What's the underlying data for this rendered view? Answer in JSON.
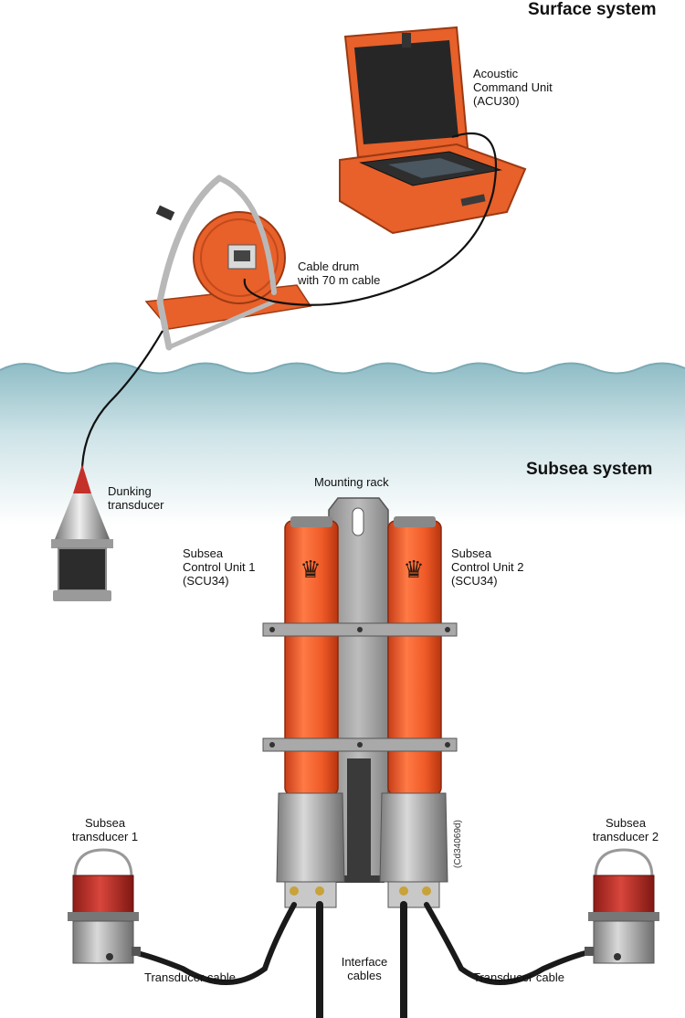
{
  "headers": {
    "surface": "Surface system",
    "subsea": "Subsea system"
  },
  "labels": {
    "acu": [
      "Acoustic",
      "Command Unit",
      "(ACU30)"
    ],
    "cable_drum": [
      "Cable drum",
      "with 70 m cable"
    ],
    "dunking": [
      "Dunking",
      "transducer"
    ],
    "mounting_rack": "Mounting rack",
    "scu1": [
      "Subsea",
      "Control Unit 1",
      "(SCU34)"
    ],
    "scu2": [
      "Subsea",
      "Control Unit 2",
      "(SCU34)"
    ],
    "st1": [
      "Subsea",
      "transducer 1"
    ],
    "st2": [
      "Subsea",
      "transducer 2"
    ],
    "transducer_cable_left": "Transducer cable",
    "transducer_cable_right": "Transducer cable",
    "interface": [
      "Interface",
      "cables"
    ],
    "ref_code": "(Cd34069d)"
  },
  "colors": {
    "case_orange": "#e8602a",
    "unit_orange": "#ee5a2c",
    "water_top": "#9fc7cf",
    "metal": "#9a9a9a",
    "transducer_red": "#c4302a"
  }
}
